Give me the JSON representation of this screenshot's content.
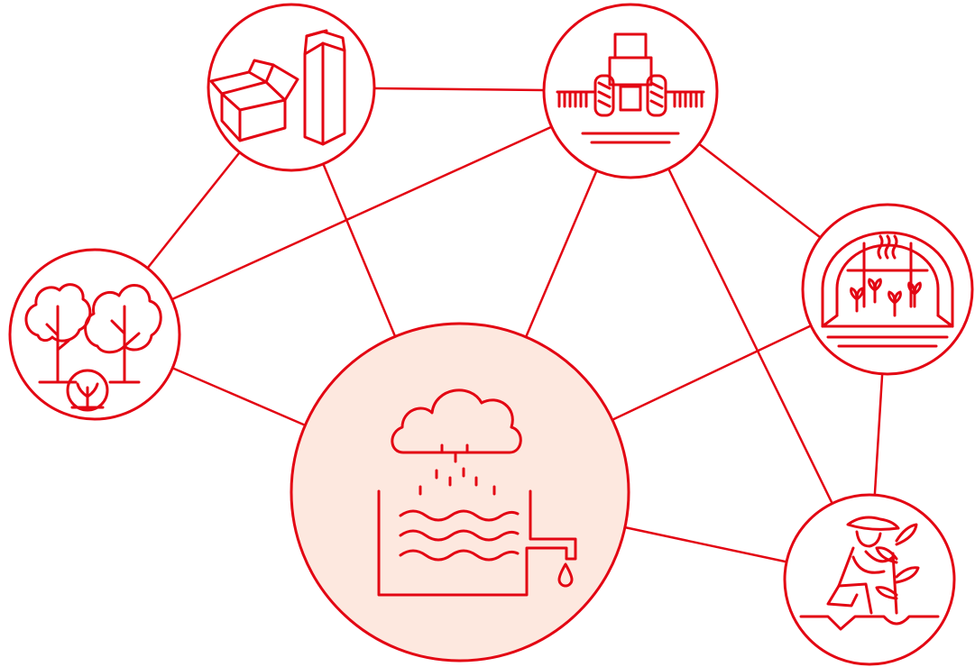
{
  "colors": {
    "accent": "#E30613",
    "highlight_fill": "#FDE8DF",
    "background": "#FFFFFF"
  },
  "nodes": [
    {
      "id": "packaging",
      "icon": "packaging-icon"
    },
    {
      "id": "tractor",
      "icon": "tractor-icon"
    },
    {
      "id": "greenhouse",
      "icon": "greenhouse-icon"
    },
    {
      "id": "forest",
      "icon": "forest-icon"
    },
    {
      "id": "rainwater",
      "icon": "rainwater-tank-icon",
      "highlighted": true
    },
    {
      "id": "farmer",
      "icon": "farmer-planting-icon"
    }
  ],
  "links": [
    [
      "packaging",
      "tractor"
    ],
    [
      "packaging",
      "forest"
    ],
    [
      "packaging",
      "rainwater"
    ],
    [
      "tractor",
      "forest"
    ],
    [
      "tractor",
      "rainwater"
    ],
    [
      "tractor",
      "greenhouse"
    ],
    [
      "tractor",
      "farmer"
    ],
    [
      "forest",
      "rainwater"
    ],
    [
      "greenhouse",
      "rainwater"
    ],
    [
      "greenhouse",
      "farmer"
    ],
    [
      "rainwater",
      "farmer"
    ]
  ]
}
